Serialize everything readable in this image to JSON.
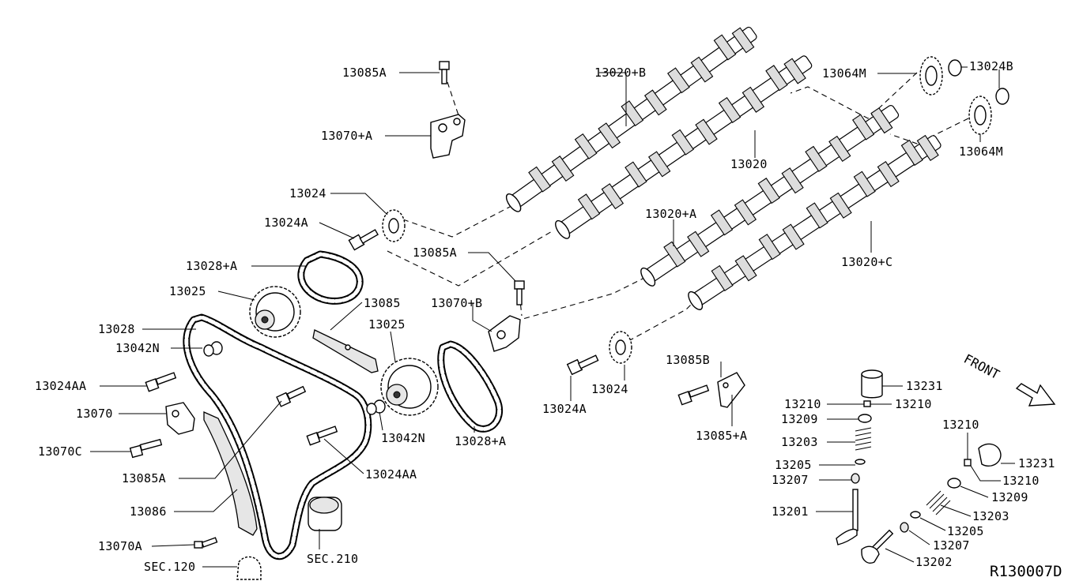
{
  "labels": {
    "l_13085A_top": "13085A",
    "l_13070A_plus": "13070+A",
    "l_13020B": "13020+B",
    "l_13064M_top": "13064M",
    "l_13024B": "13024B",
    "l_13064M_right": "13064M",
    "l_13020": "13020",
    "l_13024": "13024",
    "l_13024A": "13024A",
    "l_13028A_top": "13028+A",
    "l_13085A_mid": "13085A",
    "l_13025_left": "13025",
    "l_13085": "13085",
    "l_13070B": "13070+B",
    "l_13028": "13028",
    "l_13025_mid": "13025",
    "l_13042N_left": "13042N",
    "l_13020A": "13020+A",
    "l_13020C": "13020+C",
    "l_13024AA_left": "13024AA",
    "l_13085B": "13085B",
    "l_13024_mid": "13024",
    "l_13070": "13070",
    "l_13042N_mid": "13042N",
    "l_13028A_mid": "13028+A",
    "l_13024A_mid": "13024A",
    "l_13070C": "13070C",
    "l_13085A_low": "13085A",
    "l_13024AA_mid": "13024AA",
    "l_13085A_plus": "13085+A",
    "l_13086": "13086",
    "l_13070A": "13070A",
    "l_SEC120": "SEC.120",
    "l_SEC210": "SEC.210",
    "l_13231_top": "13231",
    "l_13210_a": "13210",
    "l_13210_b": "13210",
    "l_13209_a": "13209",
    "l_13203_a": "13203",
    "l_13205_a": "13205",
    "l_13207_a": "13207",
    "l_13201": "13201",
    "l_13210_c": "13210",
    "l_13231_b": "13231",
    "l_13210_d": "13210",
    "l_13209_b": "13209",
    "l_13203_b": "13203",
    "l_13205_b": "13205",
    "l_13207_b": "13207",
    "l_13202": "13202"
  },
  "front_label": "FRONT",
  "reference_code": "R130007D"
}
